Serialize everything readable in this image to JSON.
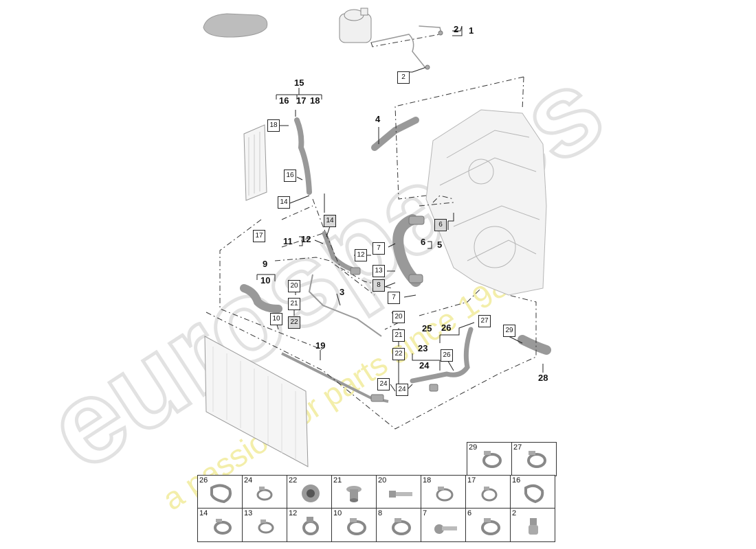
{
  "watermark": {
    "brand": "eurospares",
    "tagline": "a passion for parts since 1985"
  },
  "callouts": {
    "c1": "1",
    "c2": "2",
    "c3": "3",
    "c4": "4",
    "c5": "5",
    "c6": "6",
    "c9": "9",
    "c10": "10",
    "c11": "11",
    "c12": "12",
    "c15": "15",
    "c16": "16",
    "c17": "17",
    "c18": "18",
    "c19": "19",
    "c23": "23",
    "c24": "24",
    "c25": "25",
    "c26": "26",
    "c28": "28"
  },
  "boxes": {
    "b2": "2",
    "b18": "18",
    "b16": "16",
    "b14a": "14",
    "b14b": "14",
    "b17": "17",
    "b12": "12",
    "b13": "13",
    "b8": "8",
    "b7a": "7",
    "b7b": "7",
    "b6": "6",
    "b20a": "20",
    "b21a": "21",
    "b22a": "22",
    "b10": "10",
    "b20b": "20",
    "b21b": "21",
    "b22b": "22",
    "b27": "27",
    "b29": "29",
    "b26": "26",
    "b24a": "24",
    "b24b": "24"
  },
  "grid": {
    "top": [
      "29",
      "27"
    ],
    "mid": [
      "26",
      "24",
      "22",
      "21",
      "20",
      "18",
      "17",
      "16"
    ],
    "bot": [
      "14",
      "13",
      "12",
      "10",
      "8",
      "7",
      "6",
      "2"
    ]
  },
  "colors": {
    "line": "#333333",
    "part": "#bdbdbd",
    "watermark": "#e6e6e6",
    "watermark_text": "#f3ef9e"
  }
}
